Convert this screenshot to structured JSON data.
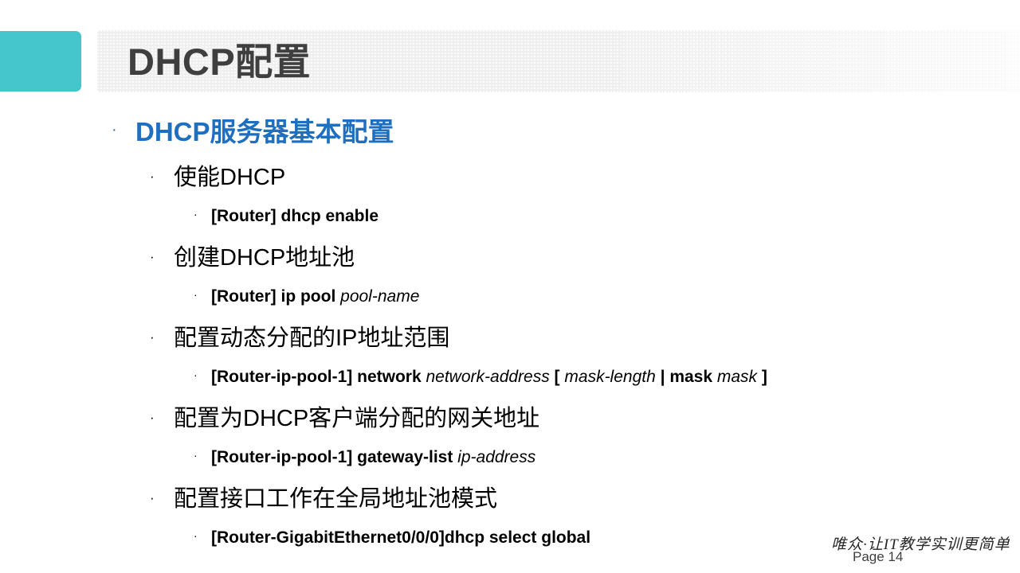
{
  "slide": {
    "title": "DHCP配置",
    "accent_teal": "#45c5cc",
    "header_gray": "#efefef",
    "title_color": "#3f3f3f",
    "bullet_blue": "#1f6fc0"
  },
  "content": {
    "heading": "DHCP服务器基本配置",
    "sections": [
      {
        "label": "使能DHCP",
        "command_plain": "[Router] dhcp enable",
        "command_parts": [
          {
            "text": "[Router]  dhcp enable",
            "style": "bold"
          }
        ]
      },
      {
        "label": "创建DHCP地址池",
        "command_plain": "[Router] ip pool pool-name",
        "command_parts": [
          {
            "text": "[Router]  ip pool ",
            "style": "bold"
          },
          {
            "text": "pool-name",
            "style": "italic"
          }
        ]
      },
      {
        "label": "配置动态分配的IP地址范围",
        "command_plain": "[Router-ip-pool-1] network network-address [ mask-length | mask mask ]",
        "command_parts": [
          {
            "text": "[Router-ip-pool-1]  network ",
            "style": "bold"
          },
          {
            "text": "network-address",
            "style": "italic"
          },
          {
            "text": " [ ",
            "style": "bold"
          },
          {
            "text": "mask-length",
            "style": "italic"
          },
          {
            "text": " | ",
            "style": "bold"
          },
          {
            "text": "mask",
            "style": "bold"
          },
          {
            "text": " mask",
            "style": "italic"
          },
          {
            "text": " ]",
            "style": "bold"
          }
        ]
      },
      {
        "label": "配置为DHCP客户端分配的网关地址",
        "command_plain": "[Router-ip-pool-1] gateway-list ip-address",
        "command_parts": [
          {
            "text": "[Router-ip-pool-1]  gateway-list ",
            "style": "bold"
          },
          {
            "text": "ip-address",
            "style": "italic"
          }
        ]
      },
      {
        "label": "配置接口工作在全局地址池模式",
        "command_plain": "[Router-GigabitEthernet0/0/0]dhcp select global",
        "command_parts": [
          {
            "text": "[Router-GigabitEthernet0/0/0]dhcp  select global",
            "style": "bold"
          }
        ]
      }
    ],
    "bullet_glyph": "·"
  },
  "footer": {
    "watermark": "唯众·让IT教学实训更简单",
    "page_label": "Page 14"
  }
}
